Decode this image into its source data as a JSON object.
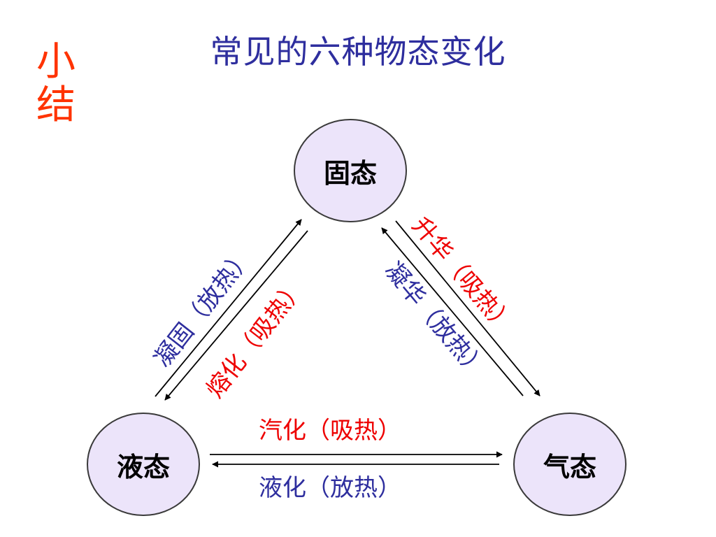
{
  "side_title": [
    "小",
    "结"
  ],
  "title": "常见的六种物态变化",
  "nodes": {
    "solid": "固态",
    "liquid": "液态",
    "gas": "气态"
  },
  "transitions": {
    "solidification": {
      "label": "凝固（放热）",
      "from": "液态",
      "to": "固态",
      "color": "#2e2e9e"
    },
    "melting": {
      "label": "熔化（吸热）",
      "from": "固态",
      "to": "液态",
      "color": "#ee0000"
    },
    "sublimation": {
      "label": "升华（吸热）",
      "from": "固态",
      "to": "气态",
      "color": "#ee0000"
    },
    "deposition": {
      "label": "凝华（放热）",
      "from": "气态",
      "to": "固态",
      "color": "#2e2e9e"
    },
    "vaporization": {
      "label": "汽化（吸热）",
      "from": "液态",
      "to": "气态",
      "color": "#ee0000"
    },
    "liquefaction": {
      "label": "液化（放热）",
      "from": "气态",
      "to": "液态",
      "color": "#2e2e9e"
    }
  }
}
